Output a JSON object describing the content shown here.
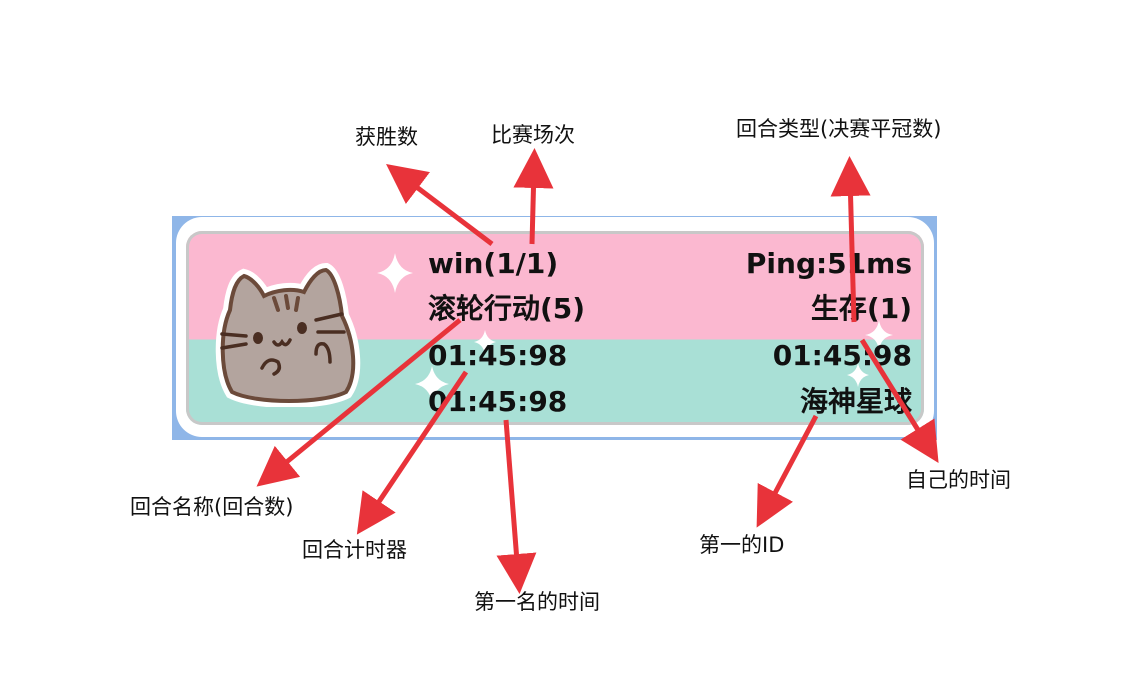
{
  "hud": {
    "wins": "win(1/1)",
    "ping": "Ping:51ms",
    "round_name": "滚轮行动(5)",
    "round_type": "生存(1)",
    "round_timer": "01:45:98",
    "self_time": "01:45:98",
    "first_place_time": "01:45:98",
    "first_place_id": "海神星球"
  },
  "callouts": {
    "wins_label": "获胜数",
    "match_count_label": "比赛场次",
    "round_type_label": "回合类型(决赛平冠数)",
    "round_name_label": "回合名称(回合数)",
    "round_timer_label": "回合计时器",
    "first_time_label": "第一名的时间",
    "first_id_label": "第一的ID",
    "self_time_label": "自己的时间"
  },
  "colors": {
    "arrow": "#e8333a",
    "pink_band": "#fbb8d0",
    "teal_band": "#a9e0d6",
    "frame": "#8fb6e8"
  },
  "icons": {
    "avatar": "pusheen-cat-icon",
    "decoration": "sparkle-icon"
  }
}
